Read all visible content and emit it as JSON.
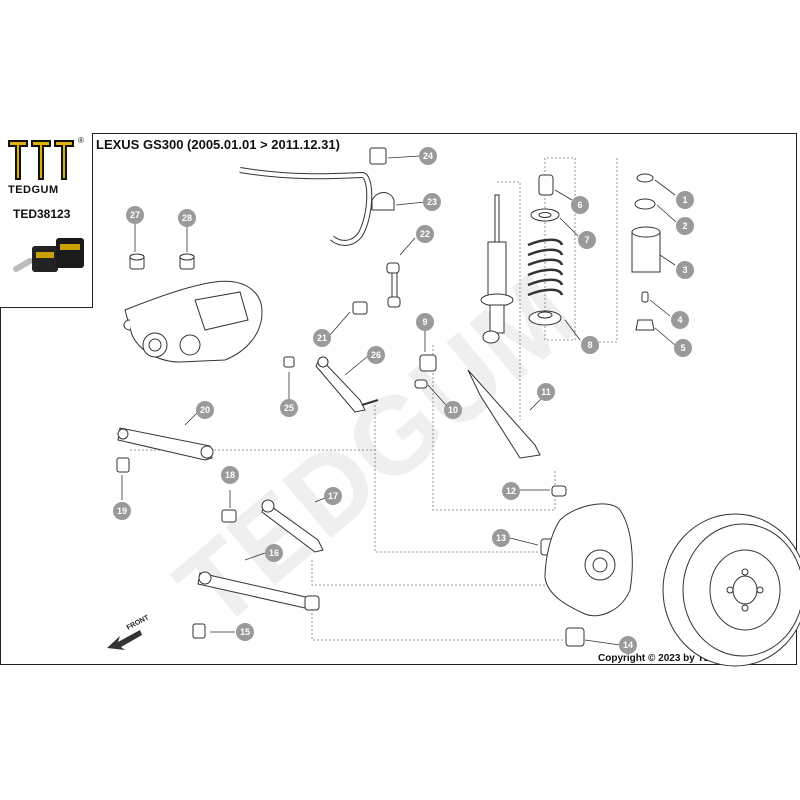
{
  "header": {
    "title": "LEXUS GS300 (2005.01.01 > 2011.12.31)",
    "brand": "TEDGUM",
    "registered_mark": "®",
    "part_code": "TED38123"
  },
  "footer": {
    "copyright": "Copyright © 2023 by TEDGUM ®"
  },
  "watermark": "TEDGUM",
  "direction_label": "FRONT",
  "colors": {
    "callout_fill": "#9a9a9a",
    "line": "#333333",
    "dashed": "#777777",
    "frame": "#222222"
  },
  "callouts": [
    {
      "id": "1",
      "label": "1"
    },
    {
      "id": "2",
      "label": "2"
    },
    {
      "id": "3",
      "label": "3"
    },
    {
      "id": "4",
      "label": "4"
    },
    {
      "id": "5",
      "label": "5"
    },
    {
      "id": "6",
      "label": "6"
    },
    {
      "id": "7",
      "label": "7"
    },
    {
      "id": "8",
      "label": "8"
    },
    {
      "id": "9",
      "label": "9"
    },
    {
      "id": "10",
      "label": "10"
    },
    {
      "id": "11",
      "label": "11"
    },
    {
      "id": "12",
      "label": "12"
    },
    {
      "id": "13",
      "label": "13"
    },
    {
      "id": "14",
      "label": "14"
    },
    {
      "id": "15",
      "label": "15"
    },
    {
      "id": "16",
      "label": "16"
    },
    {
      "id": "17",
      "label": "17"
    },
    {
      "id": "18",
      "label": "18"
    },
    {
      "id": "19",
      "label": "19"
    },
    {
      "id": "20",
      "label": "20"
    },
    {
      "id": "21",
      "label": "21"
    },
    {
      "id": "22",
      "label": "22"
    },
    {
      "id": "23",
      "label": "23"
    },
    {
      "id": "24",
      "label": "24"
    },
    {
      "id": "25",
      "label": "25"
    },
    {
      "id": "26",
      "label": "26"
    },
    {
      "id": "27",
      "label": "27"
    },
    {
      "id": "28",
      "label": "28"
    }
  ]
}
